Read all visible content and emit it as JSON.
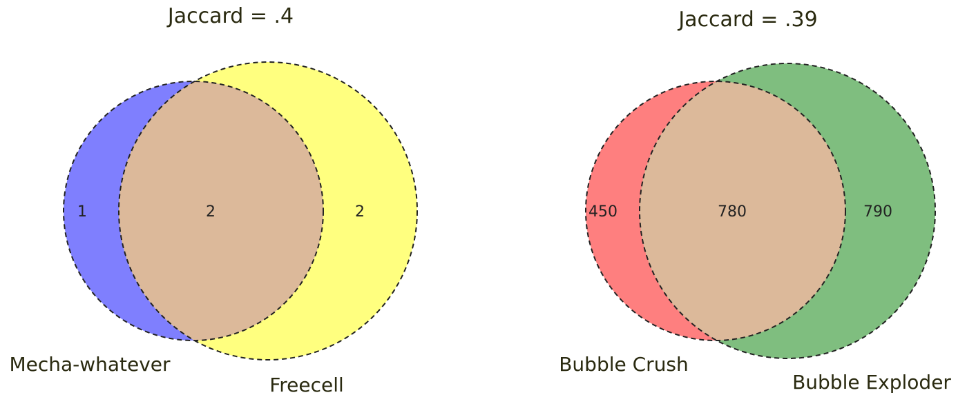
{
  "diagrams": [
    {
      "title": "Jaccard = .4",
      "sets": [
        {
          "label": "Mecha-whatever",
          "only": "1",
          "color": "#7f7ffe"
        },
        {
          "label": "Freecell",
          "only": "2",
          "color": "#ffff7f"
        }
      ],
      "overlap": "2",
      "overlap_color": "#dcb99a"
    },
    {
      "title": "Jaccard = .39",
      "sets": [
        {
          "label": "Bubble Crush",
          "only": "450",
          "color": "#fe7f7f"
        },
        {
          "label": "Bubble Exploder",
          "only": "790",
          "color": "#7fbe7f"
        }
      ],
      "overlap": "780",
      "overlap_color": "#dcb99a"
    }
  ]
}
